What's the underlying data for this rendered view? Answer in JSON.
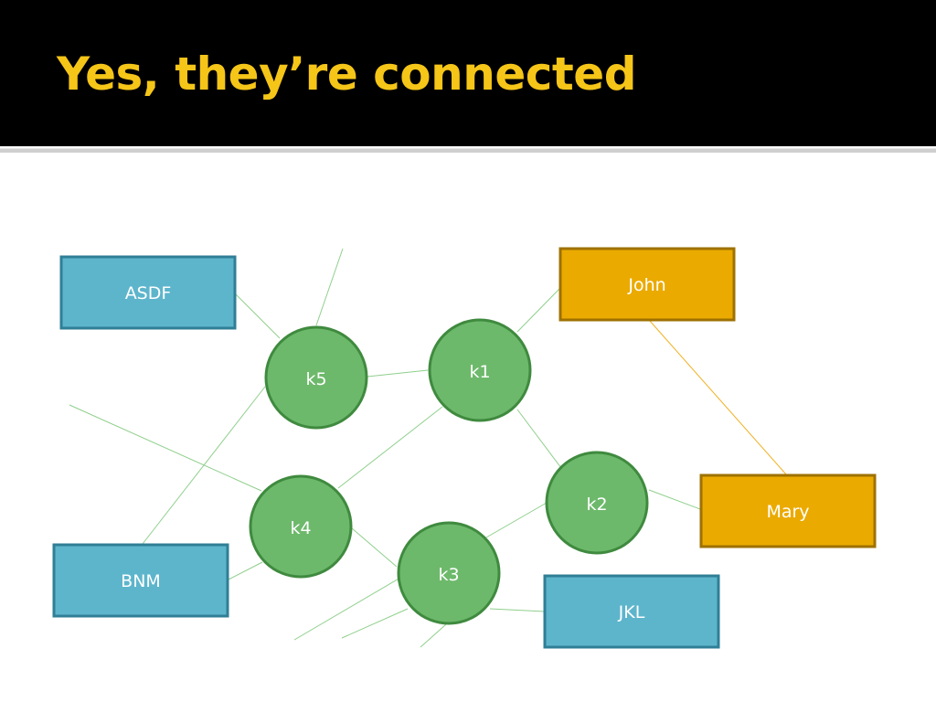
{
  "slide": {
    "title": "Yes, they’re connected"
  },
  "diagram": {
    "keys": {
      "k1": "k1",
      "k2": "k2",
      "k3": "k3",
      "k4": "k4",
      "k5": "k5"
    },
    "entities": {
      "asdf": "ASDF",
      "bnm": "BNM",
      "jkl": "JKL",
      "john": "John",
      "mary": "Mary"
    }
  },
  "colors": {
    "title_text": "#f5c518",
    "title_background": "#000000",
    "key_circle_fill": "#6db96b",
    "key_circle_border": "#3f8a3f",
    "blue_box_fill": "#5db5cc",
    "blue_box_border": "#2f7f96",
    "orange_box_fill": "#ebaa00",
    "orange_box_border": "#9e7100",
    "edge_green": "#8fcf8c",
    "edge_orange": "#f0b020"
  }
}
